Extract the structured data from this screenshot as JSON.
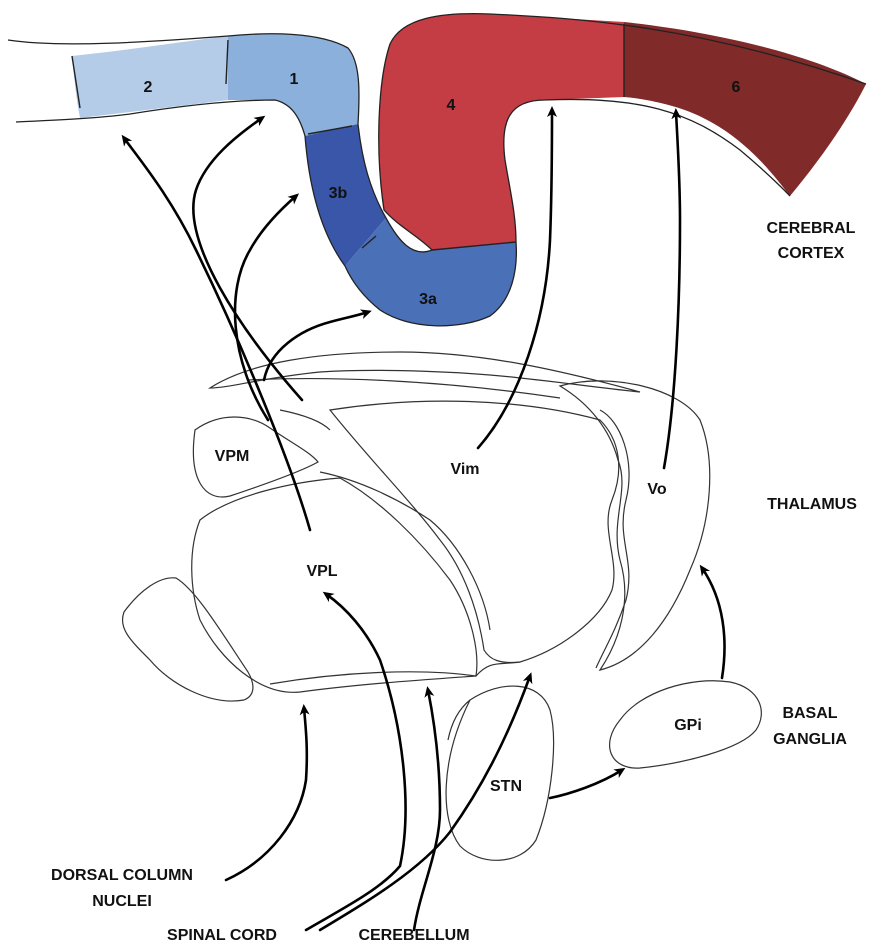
{
  "cortex": {
    "areas": {
      "a2": "2",
      "a1": "1",
      "a3b": "3b",
      "a3a": "3a",
      "a4": "4",
      "a6": "6"
    },
    "label_line1": "CEREBRAL",
    "label_line2": "CORTEX",
    "colors": {
      "area2": "#b4cce8",
      "area1": "#8cb0dc",
      "area3b": "#3a56a8",
      "area3a": "#4a70b8",
      "area4": "#c43c44",
      "area6": "#802a2a"
    }
  },
  "thalamus": {
    "label": "THALAMUS",
    "nuclei": {
      "vpm": "VPM",
      "vpl": "VPL",
      "vim": "Vim",
      "vo": "Vo"
    }
  },
  "basal_ganglia": {
    "label_line1": "BASAL",
    "label_line2": "GANGLIA",
    "gpi": "GPi",
    "stn": "STN"
  },
  "inputs": {
    "dcn_line1": "DORSAL COLUMN",
    "dcn_line2": "NUCLEI",
    "spinal_cord": "SPINAL CORD",
    "cerebellum": "CEREBELLUM"
  }
}
